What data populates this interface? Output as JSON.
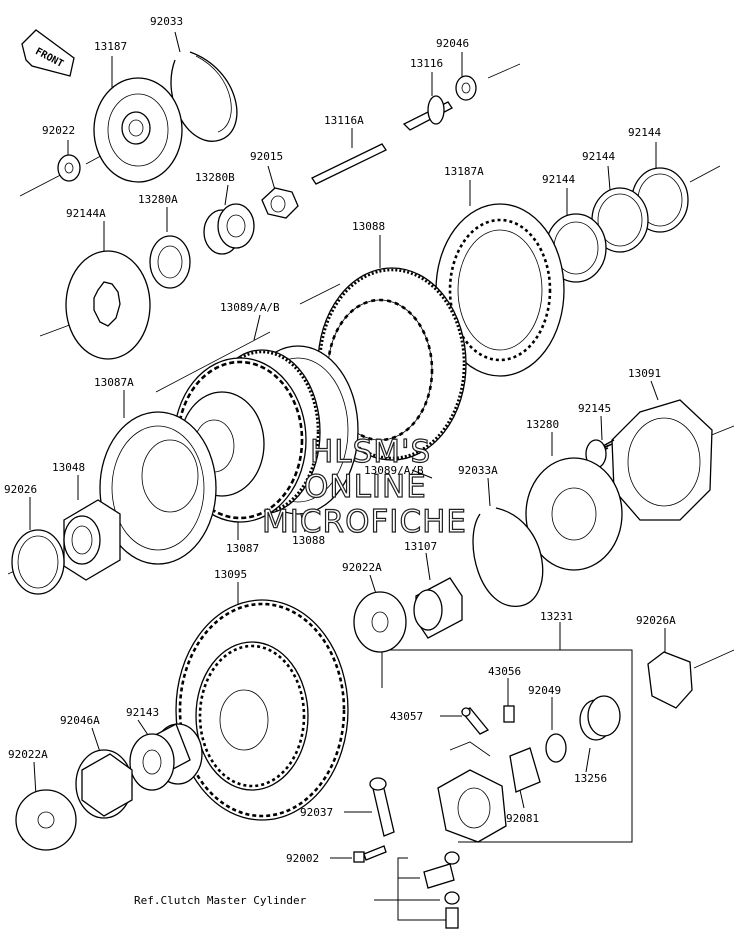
{
  "diagram": {
    "front_badge": "FRONT",
    "ref_note": "Ref.Clutch Master Cylinder",
    "watermark": [
      "HLSM'S",
      "ONLINE",
      "MICROFICHE"
    ],
    "part_labels": [
      {
        "id": "92033",
        "text": "92033"
      },
      {
        "id": "13187",
        "text": "13187"
      },
      {
        "id": "92022",
        "text": "92022"
      },
      {
        "id": "92015",
        "text": "92015"
      },
      {
        "id": "13280b",
        "text": "13280B"
      },
      {
        "id": "13280a",
        "text": "13280A"
      },
      {
        "id": "92144a",
        "text": "92144A"
      },
      {
        "id": "13116a",
        "text": "13116A"
      },
      {
        "id": "13116",
        "text": "13116"
      },
      {
        "id": "92046",
        "text": "92046"
      },
      {
        "id": "92144-1",
        "text": "92144"
      },
      {
        "id": "92144-2",
        "text": "92144"
      },
      {
        "id": "92144-3",
        "text": "92144"
      },
      {
        "id": "13187a",
        "text": "13187A"
      },
      {
        "id": "13088-top",
        "text": "13088"
      },
      {
        "id": "13089ab-top",
        "text": "13089/A/B"
      },
      {
        "id": "13087a",
        "text": "13087A"
      },
      {
        "id": "13091",
        "text": "13091"
      },
      {
        "id": "92145",
        "text": "92145"
      },
      {
        "id": "13280",
        "text": "13280"
      },
      {
        "id": "13048",
        "text": "13048"
      },
      {
        "id": "92026",
        "text": "92026"
      },
      {
        "id": "13089ab-mid",
        "text": "13089/A/B"
      },
      {
        "id": "92033a",
        "text": "92033A"
      },
      {
        "id": "13087",
        "text": "13087"
      },
      {
        "id": "13088-mid",
        "text": "13088"
      },
      {
        "id": "13107",
        "text": "13107"
      },
      {
        "id": "13095",
        "text": "13095"
      },
      {
        "id": "92022a-mid",
        "text": "92022A"
      },
      {
        "id": "13231",
        "text": "13231"
      },
      {
        "id": "92026a",
        "text": "92026A"
      },
      {
        "id": "43056",
        "text": "43056"
      },
      {
        "id": "92049",
        "text": "92049"
      },
      {
        "id": "43057",
        "text": "43057"
      },
      {
        "id": "92143",
        "text": "92143"
      },
      {
        "id": "92046a",
        "text": "92046A"
      },
      {
        "id": "13256",
        "text": "13256"
      },
      {
        "id": "92022a-low",
        "text": "92022A"
      },
      {
        "id": "92081",
        "text": "92081"
      },
      {
        "id": "92037",
        "text": "92037"
      },
      {
        "id": "92002",
        "text": "92002"
      }
    ]
  }
}
